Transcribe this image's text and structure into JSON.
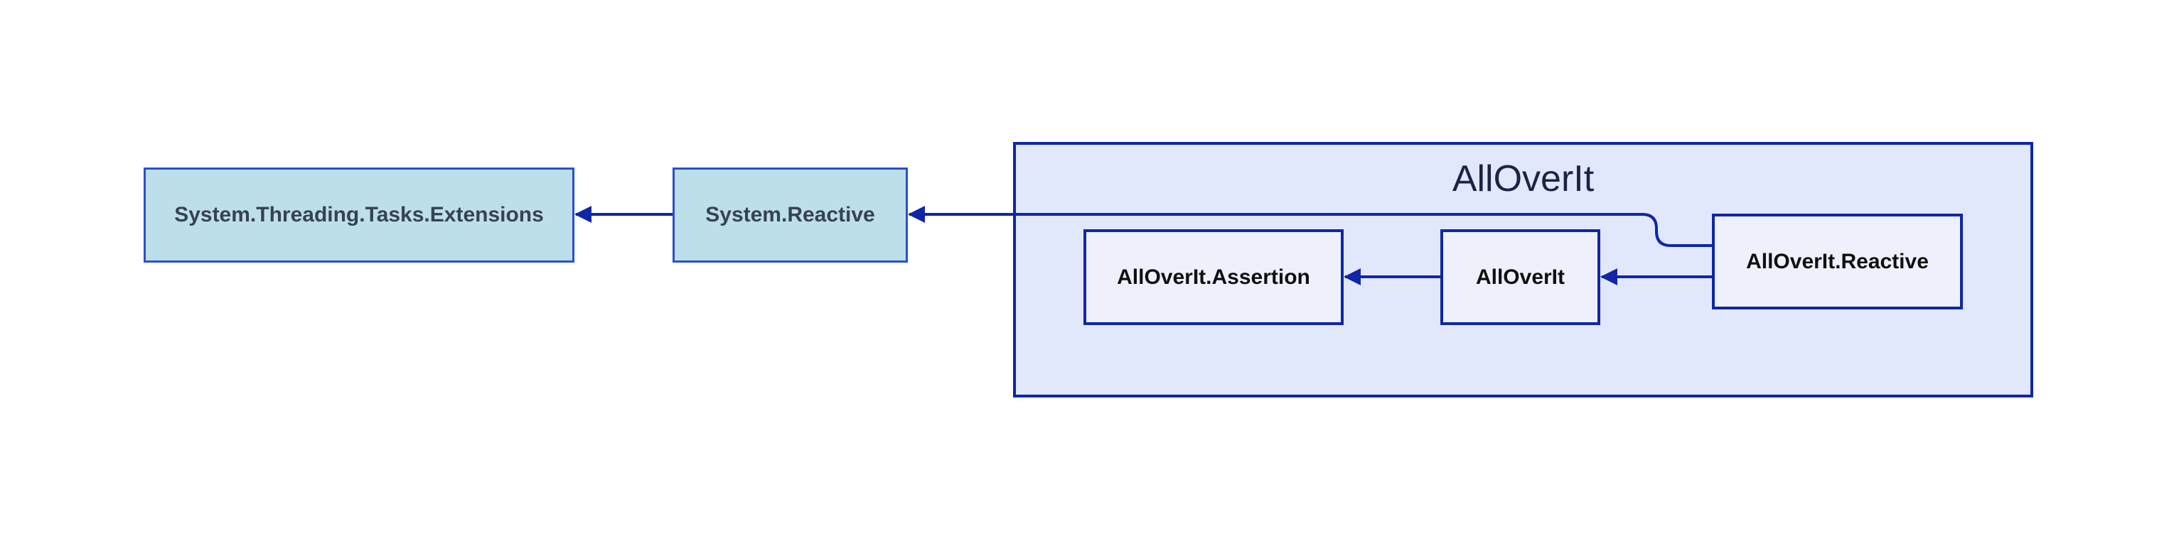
{
  "diagram": {
    "colors": {
      "edge": "#0f27a6",
      "external_fill": "#bddfe9",
      "external_border": "#2a4fd0",
      "group_fill": "#e2e8fb",
      "group_border": "#0f27a6",
      "internal_fill": "#eef1fc"
    },
    "group": {
      "title": "AllOverIt"
    },
    "nodes": {
      "tasks_extensions": "System.Threading.Tasks.Extensions",
      "system_reactive": "System.Reactive",
      "assertion": "AllOverIt.Assertion",
      "allover": "AllOverIt",
      "reactive": "AllOverIt.Reactive"
    },
    "edges": [
      {
        "from": "System.Reactive",
        "to": "System.Threading.Tasks.Extensions"
      },
      {
        "from": "AllOverIt.Reactive",
        "to": "System.Reactive"
      },
      {
        "from": "AllOverIt.Reactive",
        "to": "AllOverIt"
      },
      {
        "from": "AllOverIt",
        "to": "AllOverIt.Assertion"
      }
    ]
  }
}
